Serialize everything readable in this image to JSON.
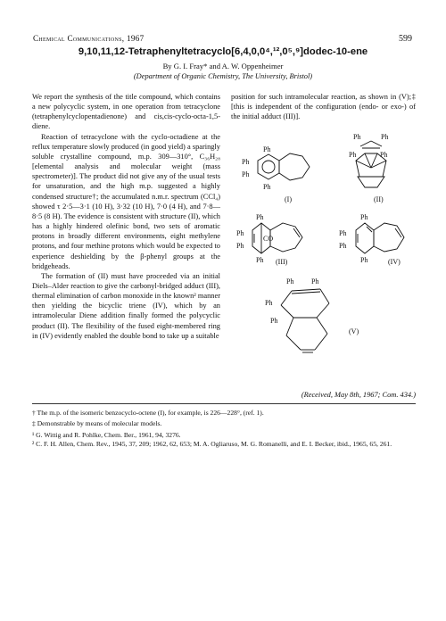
{
  "header": {
    "journal": "Chemical Communications, 1967",
    "page": "599"
  },
  "title": "9,10,11,12-Tetraphenyltetracyclo[6,4,0,0⁴,¹²,0⁵,⁹]dodec-10-ene",
  "authors": "By G. I. Fray* and A. W. Oppenheimer",
  "affiliation": "(Department of Organic Chemistry, The University, Bristol)",
  "left_paragraphs": [
    "We report the synthesis of the title compound, which contains a new polycyclic system, in one operation from tetracyclone (tetraphenylcyclopentadienone) and cis,cis-cyclo-octa-1,5-diene.",
    "Reaction of tetracyclone with the cyclo-octadiene at the reflux temperature slowly produced (in good yield) a sparingly soluble crystalline compound, m.p. 309—310°, C₃₆H₂₈ [elemental analysis and molecular weight (mass spectrometer)]. The product did not give any of the usual tests for unsaturation, and the high m.p. suggested a highly condensed structure†; the accumulated n.m.r. spectrum (CCl₄) showed τ 2·5—3·1 (10 H), 3·32 (10 H), 7·0 (4 H), and 7·8—8·5 (8 H). The evidence is consistent with structure (II), which has a highly hindered olefinic bond, two sets of aromatic protons in broadly different environments, eight methylene protons, and four methine protons which would be expected to experience deshielding by the β-phenyl groups at the bridgeheads.",
    "The formation of (II) must have proceeded via an initial Diels–Alder reaction to give the carbonyl-bridged adduct (III), thermal elimination of carbon monoxide in the known² manner then yielding the bicyclic triene (IV), which by an intramolecular Diene addition finally formed the polycyclic product (II). The flexibility of the fused eight-membered ring in (IV) evidently enabled the double bond to take up a suitable"
  ],
  "right_paragraph": "position for such intramolecular reaction, as shown in (V);‡ [this is independent of the configuration (endo- or exo-) of the initial adduct (III)].",
  "structure_labels": {
    "I": "(I)",
    "II": "(II)",
    "III": "(III)",
    "IV": "(IV)",
    "V": "(V)",
    "ph": "Ph",
    "co": "CO"
  },
  "received": "(Received, May 8th, 1967; Com. 434.)",
  "footnotes": [
    "† The m.p. of the isomeric benzocyclo-octene (I), for example, is 226—228°, (ref. 1).",
    "‡ Demonstrable by means of molecular models."
  ],
  "references": [
    "¹ G. Wittig and R. Pohlke, Chem. Ber., 1961, 94, 3276.",
    "² C. F. H. Allen, Chem. Rev., 1945, 37, 209; 1962, 62, 653; M. A. Ogliaruso, M. G. Romanelli, and E. I. Becker, ibid., 1965, 65, 261."
  ],
  "colors": {
    "ink": "#111111",
    "paper": "#ffffff"
  }
}
